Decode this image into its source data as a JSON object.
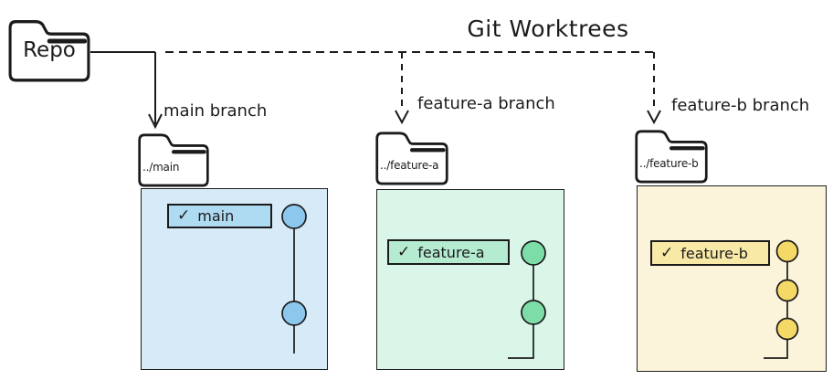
{
  "title": "Git Worktrees",
  "repo": {
    "label": "Repo"
  },
  "check_glyph": "✓",
  "colors": {
    "ink": "#1b1b1b",
    "canvas": "#ffffff"
  },
  "branches": [
    {
      "id": "main",
      "arrow_label": "main branch",
      "arrow_style": "solid",
      "folder_label": "../main",
      "badge_label": "main",
      "commit_count": 2,
      "colors": {
        "panel": "#d7eaf8",
        "badge": "#aedaf2",
        "dot": "#8cc8ee"
      }
    },
    {
      "id": "feature-a",
      "arrow_label": "feature-a branch",
      "arrow_style": "dashed",
      "folder_label": "../feature-a",
      "badge_label": "feature-a",
      "commit_count": 2,
      "colors": {
        "panel": "#d9f6e8",
        "badge": "#b5ebd0",
        "dot": "#7cdda9"
      }
    },
    {
      "id": "feature-b",
      "arrow_label": "feature-b branch",
      "arrow_style": "dashed",
      "folder_label": "../feature-b",
      "badge_label": "feature-b",
      "commit_count": 3,
      "colors": {
        "panel": "#fbf4db",
        "badge": "#f8e9a6",
        "dot": "#f5d967"
      }
    }
  ]
}
